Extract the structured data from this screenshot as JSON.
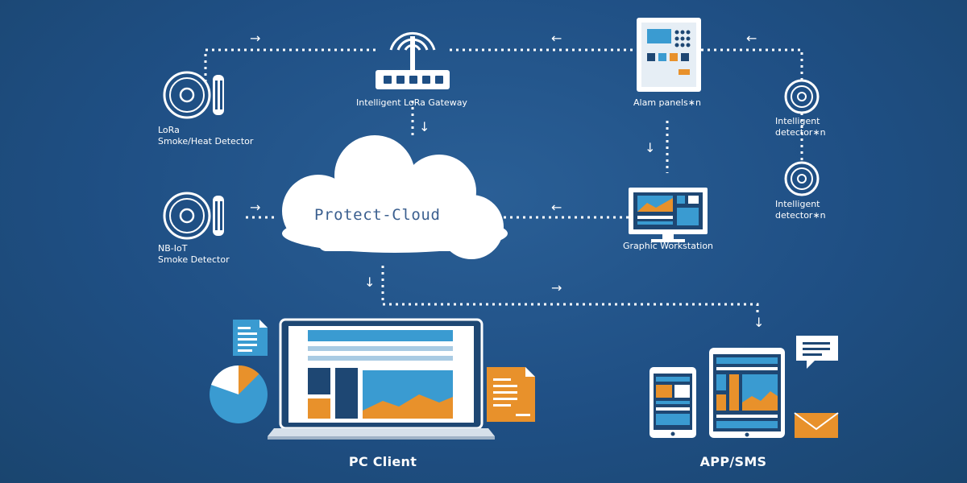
{
  "cloud": {
    "title": "Protect-Cloud"
  },
  "nodes": {
    "lora_gateway": "Intelligent LoRa Gateway",
    "alarm_panels": "Alam panels∗n",
    "lora_detector": [
      "LoRa",
      "Smoke/Heat Detector"
    ],
    "nbiot_detector": [
      "NB-IoT",
      "Smoke Detector"
    ],
    "intelligent_detector_1": [
      "Intelligent",
      "detector∗n"
    ],
    "intelligent_detector_2": [
      "Intelligent",
      "detector∗n"
    ],
    "graphic_workstation": "Graphic Workstation",
    "pc_client": "PC Client",
    "app_sms": "APP/SMS"
  },
  "arrows": {
    "right": "→",
    "left": "←",
    "down": "↓"
  },
  "colors": {
    "background": "#1f4f84",
    "white": "#ffffff",
    "blue_accent": "#3a9bd1",
    "orange_accent": "#e8912b",
    "navy": "#1e4773"
  },
  "icons": [
    "smoke-detector-icon",
    "gateway-antenna-icon",
    "alarm-panel-icon",
    "monitor-icon",
    "laptop-icon",
    "tablet-icon",
    "phone-icon",
    "pie-chart-icon",
    "document-icon",
    "chat-bubble-icon",
    "envelope-icon"
  ]
}
